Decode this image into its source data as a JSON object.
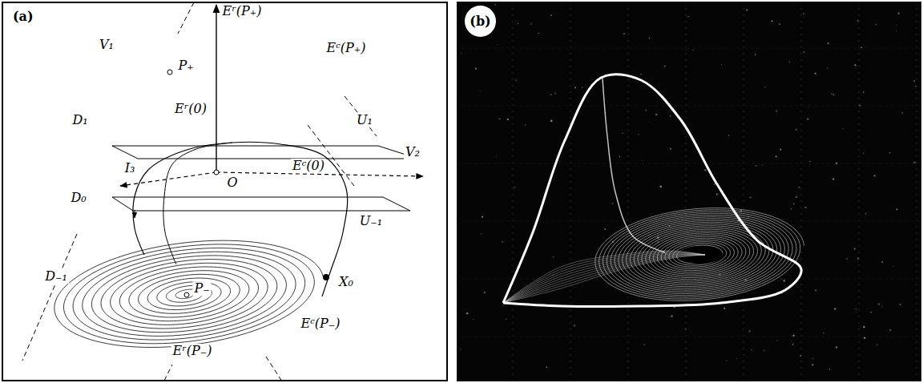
{
  "diagram": {
    "nodes": [
      {
        "text": [
          "(a)"
        ]
      },
      {
        "text": [
          "(b)"
        ]
      }
    ],
    "labels": [
      "Eʳ(P₊)",
      "V₁",
      "Eᶜ(P₊)",
      "P₊",
      "Eʳ(0)",
      "D₁",
      "U₁",
      "V₂",
      "I₃",
      "O",
      "Eᶜ(0)",
      "D₀",
      "U₋₁",
      "X₀",
      "D₋₁",
      "P₋",
      "Eᶜ(P₋)",
      "Eʳ(P₋)"
    ]
  }
}
